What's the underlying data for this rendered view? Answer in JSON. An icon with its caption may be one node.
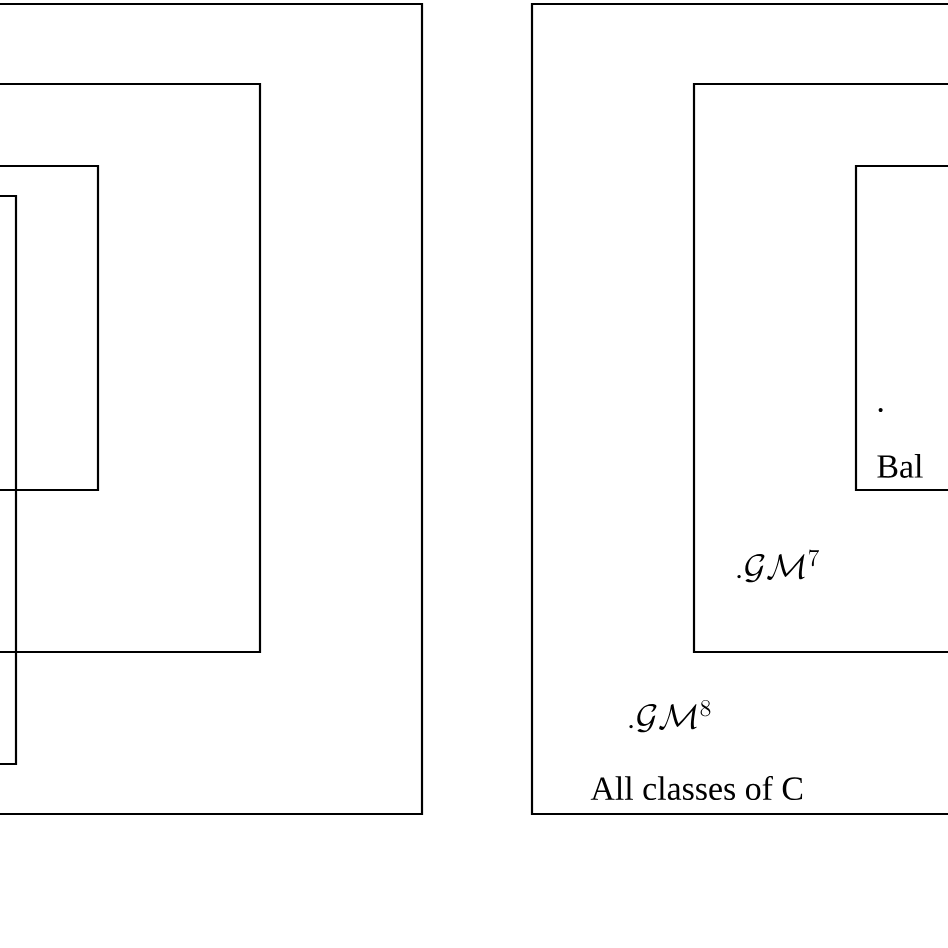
{
  "diagram": {
    "nodes": [
      {
        "text": [],
        "shape": "box"
      },
      {
        "text": [],
        "shape": "box",
        "in": 0
      },
      {
        "text": [],
        "shape": "box",
        "in": 1
      },
      {
        "text": [],
        "shape": "box",
        "in": 0
      },
      {
        "text": [
          ".\\mathcal{G}\\mathcal{M}^{8}",
          "All classes of C"
        ]
      },
      {
        "text": [
          ".\\mathcal{G}\\mathcal{M}^{7}"
        ],
        "in": 4
      },
      {
        "text": [
          ".",
          "Bal"
        ],
        "in": 5
      }
    ]
  }
}
